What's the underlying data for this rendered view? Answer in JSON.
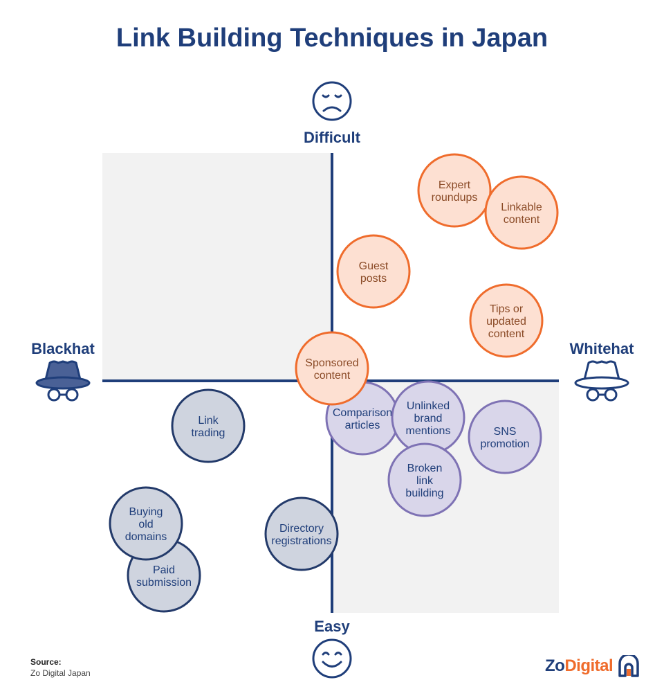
{
  "title": "Link Building Techniques in Japan",
  "axes": {
    "top": "Difficult",
    "bottom": "Easy",
    "left": "Blackhat",
    "right": "Whitehat"
  },
  "icons": {
    "top": "sad-face-icon",
    "bottom": "smile-face-icon",
    "left": "blackhat-spy-icon",
    "right": "whitehat-spy-icon"
  },
  "colors": {
    "navy": "#1f3e7a",
    "orange_stroke": "#ef6c2c",
    "orange_fill": "#fde0d2",
    "orange_text": "#8a4a26",
    "purple_stroke": "#7e72b4",
    "purple_fill": "#d9d6ea",
    "slate_stroke": "#233a6a",
    "slate_fill": "#cfd4df",
    "quadrant_fill": "#f2f2f2"
  },
  "items": [
    {
      "label": [
        "Expert",
        "roundups"
      ],
      "group": "orange"
    },
    {
      "label": [
        "Linkable",
        "content"
      ],
      "group": "orange"
    },
    {
      "label": [
        "Guest",
        "posts"
      ],
      "group": "orange"
    },
    {
      "label": [
        "Tips or",
        "updated",
        "content"
      ],
      "group": "orange"
    },
    {
      "label": [
        "Sponsored",
        "content"
      ],
      "group": "orange"
    },
    {
      "label": [
        "Comparison",
        "articles"
      ],
      "group": "purple"
    },
    {
      "label": [
        "Unlinked",
        "brand",
        "mentions"
      ],
      "group": "purple"
    },
    {
      "label": [
        "SNS",
        "promotion"
      ],
      "group": "purple"
    },
    {
      "label": [
        "Broken",
        "link",
        "building"
      ],
      "group": "purple"
    },
    {
      "label": [
        "Link",
        "trading"
      ],
      "group": "slate"
    },
    {
      "label": [
        "Paid",
        "submission"
      ],
      "group": "slate"
    },
    {
      "label": [
        "Buying",
        "old",
        "domains"
      ],
      "group": "slate"
    },
    {
      "label": [
        "Directory",
        "registrations"
      ],
      "group": "slate"
    }
  ],
  "source": {
    "label": "Source:",
    "text": "Zo Digital Japan"
  },
  "logo": {
    "part1": "Zo",
    "part2": "Digital"
  }
}
